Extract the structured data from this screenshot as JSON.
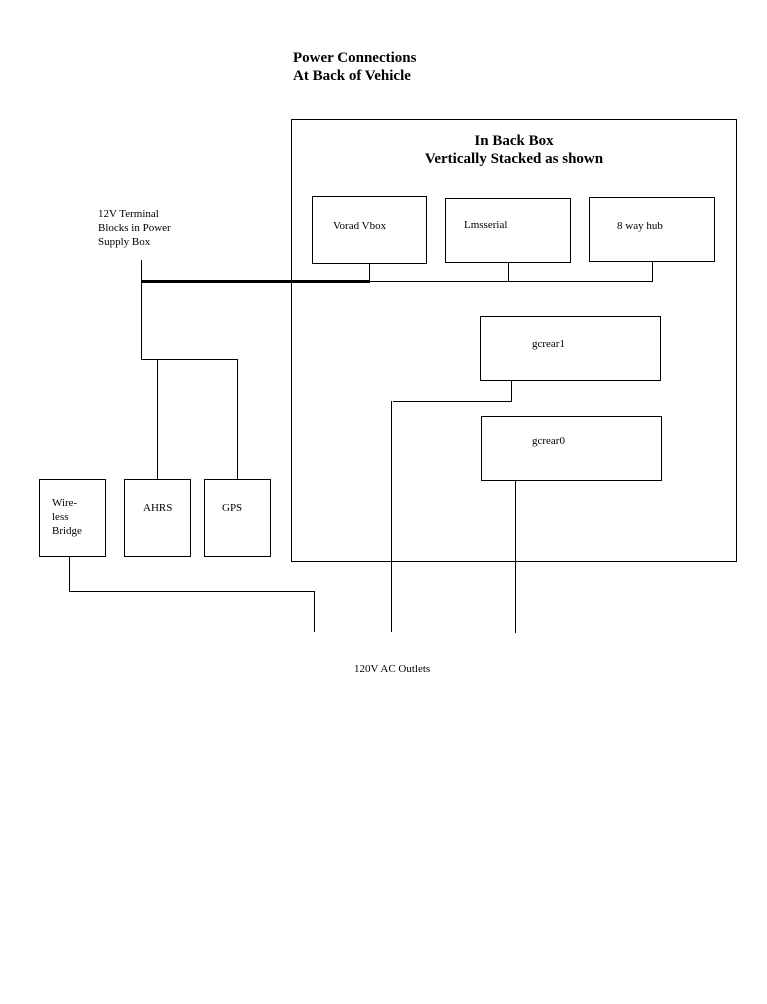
{
  "diagram": {
    "title_line1": "Power Connections",
    "title_line2": "At Back of Vehicle",
    "back_box": {
      "title_line1": "In Back Box",
      "title_line2": "Vertically Stacked as shown"
    },
    "terminal_label": [
      "12V Terminal",
      "Blocks in Power",
      "Supply Box"
    ],
    "devices": {
      "vorad": "Vorad Vbox",
      "lmsserial": "Lmsserial",
      "hub": "8 way hub",
      "gcrear1": "gcrear1",
      "gcrear0": "gcrear0",
      "wireless": [
        "Wire-",
        "less",
        "Bridge"
      ],
      "ahrs": "AHRS",
      "gps": "GPS"
    },
    "outlets_label": "120V AC Outlets"
  }
}
